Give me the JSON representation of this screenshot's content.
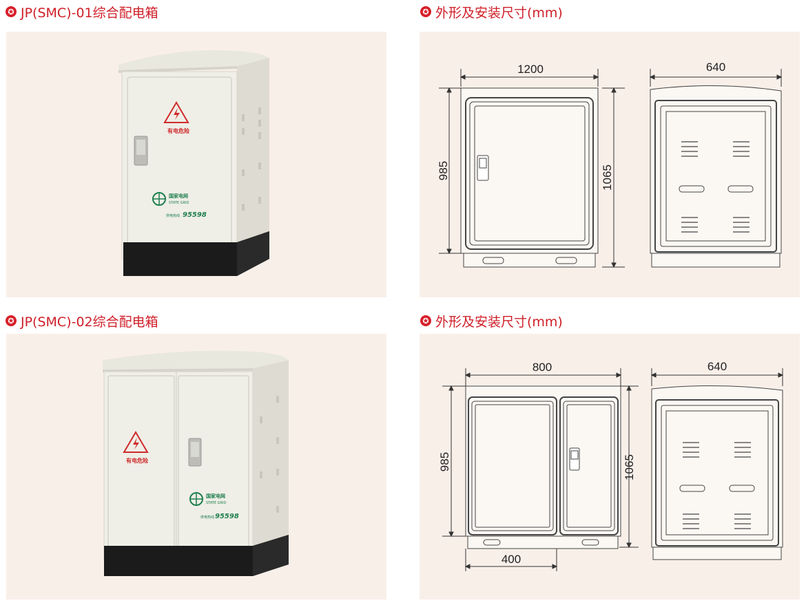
{
  "section1": {
    "product_title": "JP(SMC)-01综合配电箱",
    "dims_title": "外形及安装尺寸(mm)",
    "warning_text": "有电危险",
    "logo_cn": "国家电网",
    "logo_en": "STATE GRID",
    "hotline_label": "供电热线",
    "hotline": "95598",
    "dims": {
      "front_width": "1200",
      "side_width": "640",
      "height_inner": "985",
      "height_total": "1065"
    }
  },
  "section2": {
    "product_title": "JP(SMC)-02综合配电箱",
    "dims_title": "外形及安装尺寸(mm)",
    "warning_text": "有电危险",
    "logo_cn": "国家电网",
    "logo_en": "STATE GRID",
    "hotline_label": "供电热线",
    "hotline": "95598",
    "dims": {
      "front_width": "800",
      "side_width": "640",
      "height_inner": "985",
      "height_total": "1065",
      "small_door_width": "400"
    }
  },
  "icons": {
    "bullet": "star-bullet-icon"
  },
  "colors": {
    "accent": "#cf1f28",
    "panel_bg": "#f9efe9",
    "cabinet": "#eeede6",
    "base": "#1b1b1b"
  }
}
